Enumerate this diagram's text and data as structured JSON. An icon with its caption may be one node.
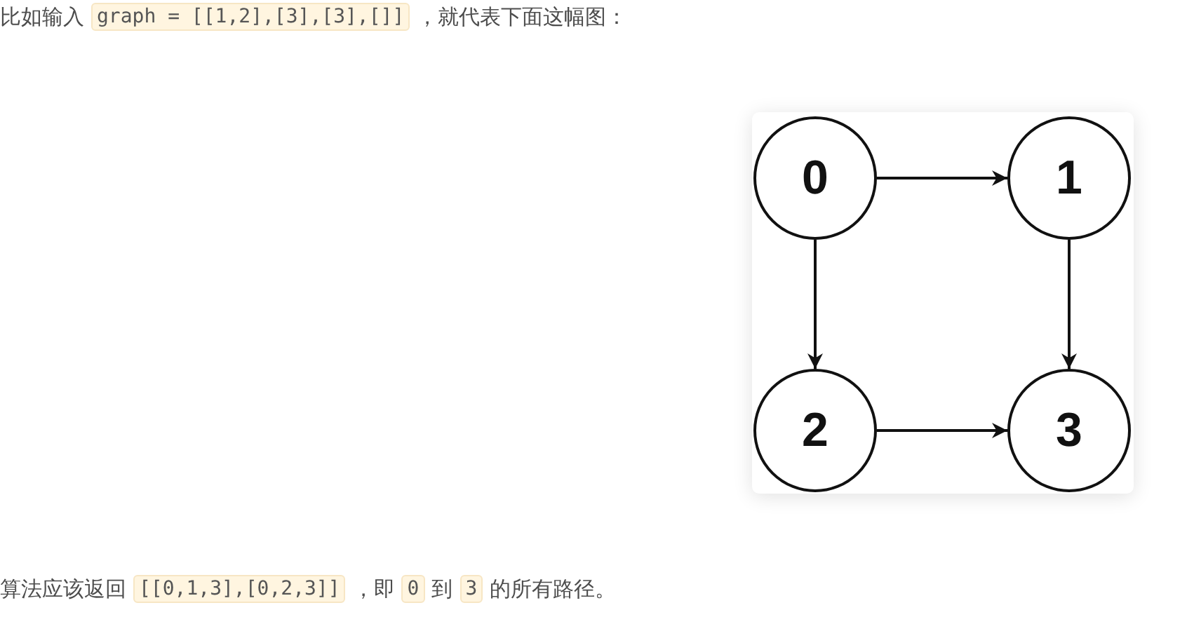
{
  "diagram": {
    "nodes": [
      {
        "text": [
          "0"
        ]
      },
      {
        "text": [
          "1"
        ]
      },
      {
        "text": [
          "2"
        ]
      },
      {
        "text": [
          "3"
        ]
      }
    ],
    "edges": [
      {
        "from": 0,
        "to": 1,
        "arrow": "to"
      },
      {
        "from": 0,
        "to": 2,
        "arrow": "to"
      },
      {
        "from": 1,
        "to": 3,
        "arrow": "to"
      },
      {
        "from": 2,
        "to": 3,
        "arrow": "to"
      }
    ],
    "labels": [
      "比如输入",
      "graph = [[1,2],[3],[3],[]]",
      "，就代表下面这幅图：",
      "算法应该返回",
      "[[0,1,3],[0,2,3]]",
      "，即",
      "0",
      "到",
      "3",
      "的所有路径。"
    ]
  }
}
